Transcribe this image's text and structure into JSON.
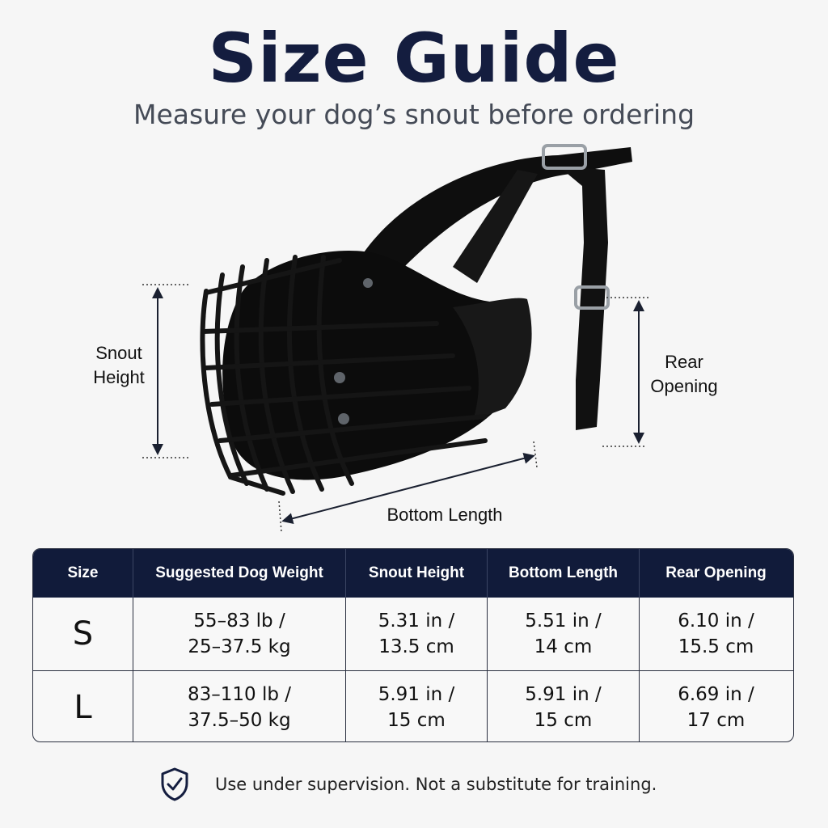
{
  "header": {
    "title": "Size Guide",
    "subtitle": "Measure your dog’s snout before ordering"
  },
  "diagram": {
    "snout_height_label": [
      "Snout",
      "Height"
    ],
    "rear_opening_label": [
      "Rear",
      "Opening"
    ],
    "bottom_length_label": "Bottom Length",
    "icon": "muzzle-illustration"
  },
  "table": {
    "headers": [
      "Size",
      "Suggested Dog Weight",
      "Snout Height",
      "Bottom Length",
      "Rear Opening"
    ],
    "rows": [
      {
        "size": "S",
        "weight": [
          "55–83 lb /",
          "25–37.5 kg"
        ],
        "snout_height": [
          "5.31 in /",
          "13.5 cm"
        ],
        "bottom_length": [
          "5.51 in /",
          "14 cm"
        ],
        "rear_opening": [
          "6.10 in /",
          "15.5 cm"
        ]
      },
      {
        "size": "L",
        "weight": [
          "83–110 lb /",
          "37.5–50 kg"
        ],
        "snout_height": [
          "5.91 in /",
          "15 cm"
        ],
        "bottom_length": [
          "5.91 in /",
          "15 cm"
        ],
        "rear_opening": [
          "6.69 in /",
          "17 cm"
        ]
      }
    ]
  },
  "footer": {
    "icon": "shield-check-icon",
    "note": "Use under supervision. Not a substitute for training."
  },
  "colors": {
    "title": "#141d3f",
    "table_header": "#111b3a",
    "product": "#0d0d0d"
  }
}
